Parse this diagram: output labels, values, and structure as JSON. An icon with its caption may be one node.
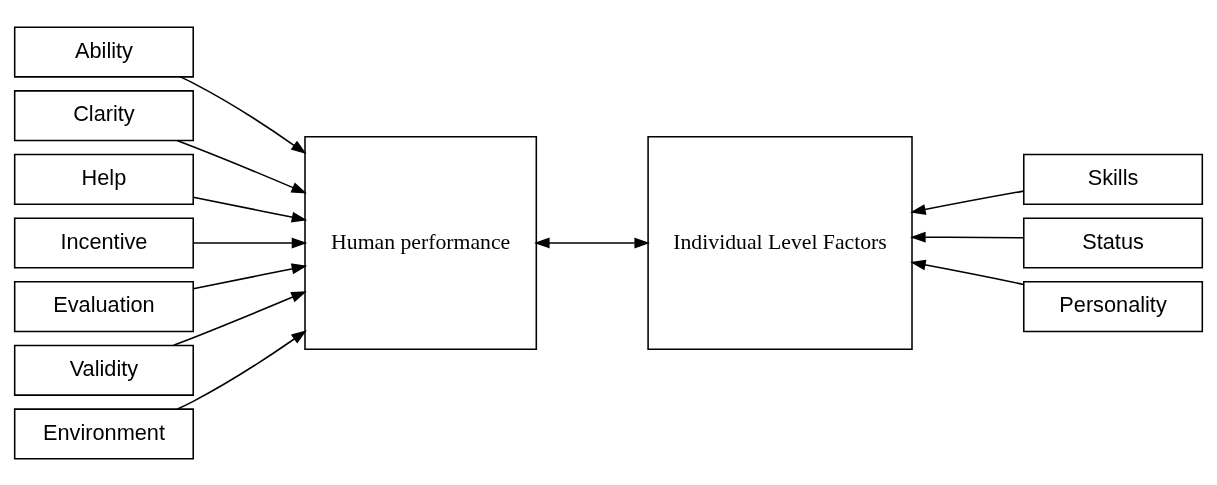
{
  "diagram": {
    "nodes": [
      {
        "text": [
          "Ability"
        ]
      },
      {
        "text": [
          "Clarity"
        ]
      },
      {
        "text": [
          "Help"
        ]
      },
      {
        "text": [
          "Incentive"
        ]
      },
      {
        "text": [
          "Evaluation"
        ]
      },
      {
        "text": [
          "Validity"
        ]
      },
      {
        "text": [
          "Environment"
        ]
      },
      {
        "text": [
          "Human performance"
        ]
      },
      {
        "text": [
          "Individual Level Factors"
        ]
      },
      {
        "text": [
          "Skills"
        ]
      },
      {
        "text": [
          "Status"
        ]
      },
      {
        "text": [
          "Personality"
        ]
      }
    ],
    "edges": [
      {
        "from": 0,
        "to": 7,
        "arrow": "to"
      },
      {
        "from": 1,
        "to": 7,
        "arrow": "to"
      },
      {
        "from": 2,
        "to": 7,
        "arrow": "to"
      },
      {
        "from": 3,
        "to": 7,
        "arrow": "to"
      },
      {
        "from": 4,
        "to": 7,
        "arrow": "to"
      },
      {
        "from": 5,
        "to": 7,
        "arrow": "to"
      },
      {
        "from": 6,
        "to": 7,
        "arrow": "to"
      },
      {
        "from": 7,
        "to": 8,
        "arrow": "both"
      },
      {
        "from": 9,
        "to": 8,
        "arrow": "to"
      },
      {
        "from": 10,
        "to": 8,
        "arrow": "to"
      },
      {
        "from": 11,
        "to": 8,
        "arrow": "to"
      }
    ]
  }
}
